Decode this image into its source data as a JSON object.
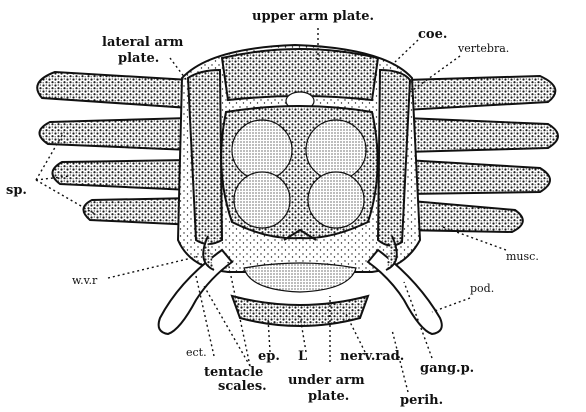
{
  "figure": {
    "labels": {
      "upper_arm_plate": "upper arm plate.",
      "coe": "coe.",
      "lateral_arm_plate_1": "lateral arm",
      "lateral_arm_plate_2": "plate.",
      "vertebra": "vertebra.",
      "sp": "sp.",
      "musc": "musc.",
      "wvr": "w.v.r",
      "pod": "pod.",
      "ect": "ect.",
      "tentacle_scales_1": "tentacle",
      "tentacle_scales_2": "scales.",
      "ep": "ep.",
      "L": "L",
      "nerv_rad": "nerv.rad.",
      "gang_p": "gang.p.",
      "under_arm_plate_1": "under arm",
      "under_arm_plate_2": "plate.",
      "perih": "perih."
    },
    "colors": {
      "ink": "#111111",
      "paper": "#ffffff",
      "tissue": "#1a1a1a"
    }
  }
}
